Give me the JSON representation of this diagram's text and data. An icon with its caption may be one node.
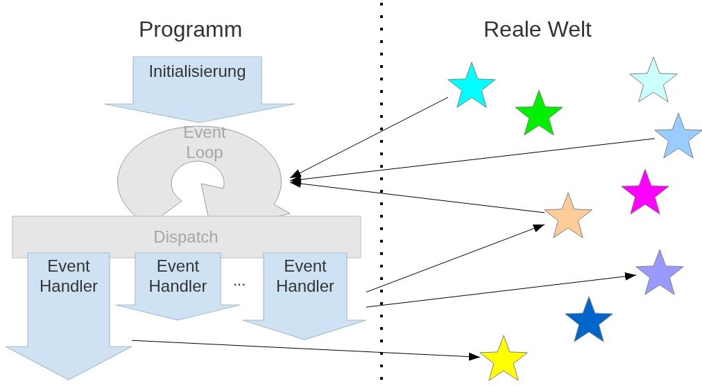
{
  "diagram": {
    "nodes": [
      {
        "text": [
          "Initialisierung"
        ]
      },
      {
        "text": [
          "Event Loop"
        ]
      },
      {
        "text": [
          "Dispatch"
        ]
      },
      {
        "text": [
          "Event Handler"
        ]
      },
      {
        "text": [
          "Event Handler"
        ]
      },
      {
        "text": [
          "Event Handler"
        ]
      },
      {
        "text": [],
        "shape": "star"
      },
      {
        "text": [],
        "shape": "star"
      },
      {
        "text": [],
        "shape": "star"
      },
      {
        "text": [],
        "shape": "star"
      },
      {
        "text": [],
        "shape": "star"
      },
      {
        "text": [],
        "shape": "star"
      },
      {
        "text": [],
        "shape": "star"
      },
      {
        "text": [],
        "shape": "star"
      },
      {
        "text": [],
        "shape": "star"
      }
    ],
    "edges": [
      {
        "from": 6,
        "to": 1,
        "arrow": "to"
      },
      {
        "from": 14,
        "to": 1,
        "arrow": "to"
      },
      {
        "from": 9,
        "to": 1,
        "arrow": "to"
      },
      {
        "from": 5,
        "to": 9,
        "arrow": "to"
      },
      {
        "from": 5,
        "to": 13,
        "arrow": "to"
      },
      {
        "from": 3,
        "to": 7,
        "arrow": "to"
      }
    ],
    "labels": [
      "Programm",
      "Reale Welt",
      "..."
    ]
  }
}
